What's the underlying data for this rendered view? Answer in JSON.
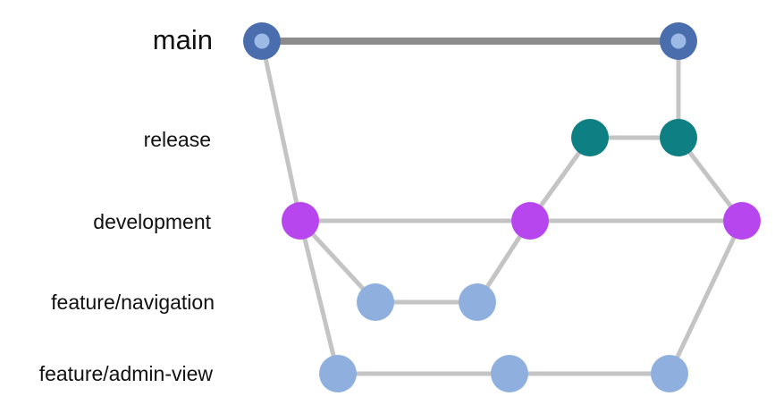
{
  "branches": {
    "main": "main",
    "release": "release",
    "development": "development",
    "feature_navigation": "feature/navigation",
    "feature_admin_view": "feature/admin-view"
  },
  "colors": {
    "main_commit": "#4A6EAD",
    "main_commit_inner": "#9DB9E6",
    "release_commit": "#0E7F82",
    "development_commit": "#B846EF",
    "feature_commit": "#8FB0DF",
    "main_line": "#8C8C8C",
    "connector_line": "#C4C4C4"
  },
  "commits": [
    {
      "id": "m1",
      "branch": "main"
    },
    {
      "id": "m2",
      "branch": "main"
    },
    {
      "id": "r1",
      "branch": "release"
    },
    {
      "id": "r2",
      "branch": "release"
    },
    {
      "id": "d1",
      "branch": "development"
    },
    {
      "id": "d2",
      "branch": "development"
    },
    {
      "id": "d3",
      "branch": "development"
    },
    {
      "id": "n1",
      "branch": "feature/navigation"
    },
    {
      "id": "n2",
      "branch": "feature/navigation"
    },
    {
      "id": "a1",
      "branch": "feature/admin-view"
    },
    {
      "id": "a2",
      "branch": "feature/admin-view"
    },
    {
      "id": "a3",
      "branch": "feature/admin-view"
    }
  ],
  "edges": [
    {
      "from": "m1",
      "to": "m2",
      "kind": "main"
    },
    {
      "from": "m1",
      "to": "d1",
      "kind": "connector"
    },
    {
      "from": "d1",
      "to": "d2",
      "kind": "connector"
    },
    {
      "from": "d2",
      "to": "d3",
      "kind": "connector"
    },
    {
      "from": "d1",
      "to": "n1",
      "kind": "connector"
    },
    {
      "from": "n1",
      "to": "n2",
      "kind": "connector"
    },
    {
      "from": "n2",
      "to": "d2",
      "kind": "connector"
    },
    {
      "from": "d2",
      "to": "r1",
      "kind": "connector"
    },
    {
      "from": "r1",
      "to": "r2",
      "kind": "connector"
    },
    {
      "from": "r2",
      "to": "m2",
      "kind": "connector"
    },
    {
      "from": "r2",
      "to": "d3",
      "kind": "connector"
    },
    {
      "from": "d1",
      "to": "a1",
      "kind": "connector"
    },
    {
      "from": "a1",
      "to": "a2",
      "kind": "connector"
    },
    {
      "from": "a2",
      "to": "a3",
      "kind": "connector"
    },
    {
      "from": "a3",
      "to": "d3",
      "kind": "connector"
    }
  ]
}
